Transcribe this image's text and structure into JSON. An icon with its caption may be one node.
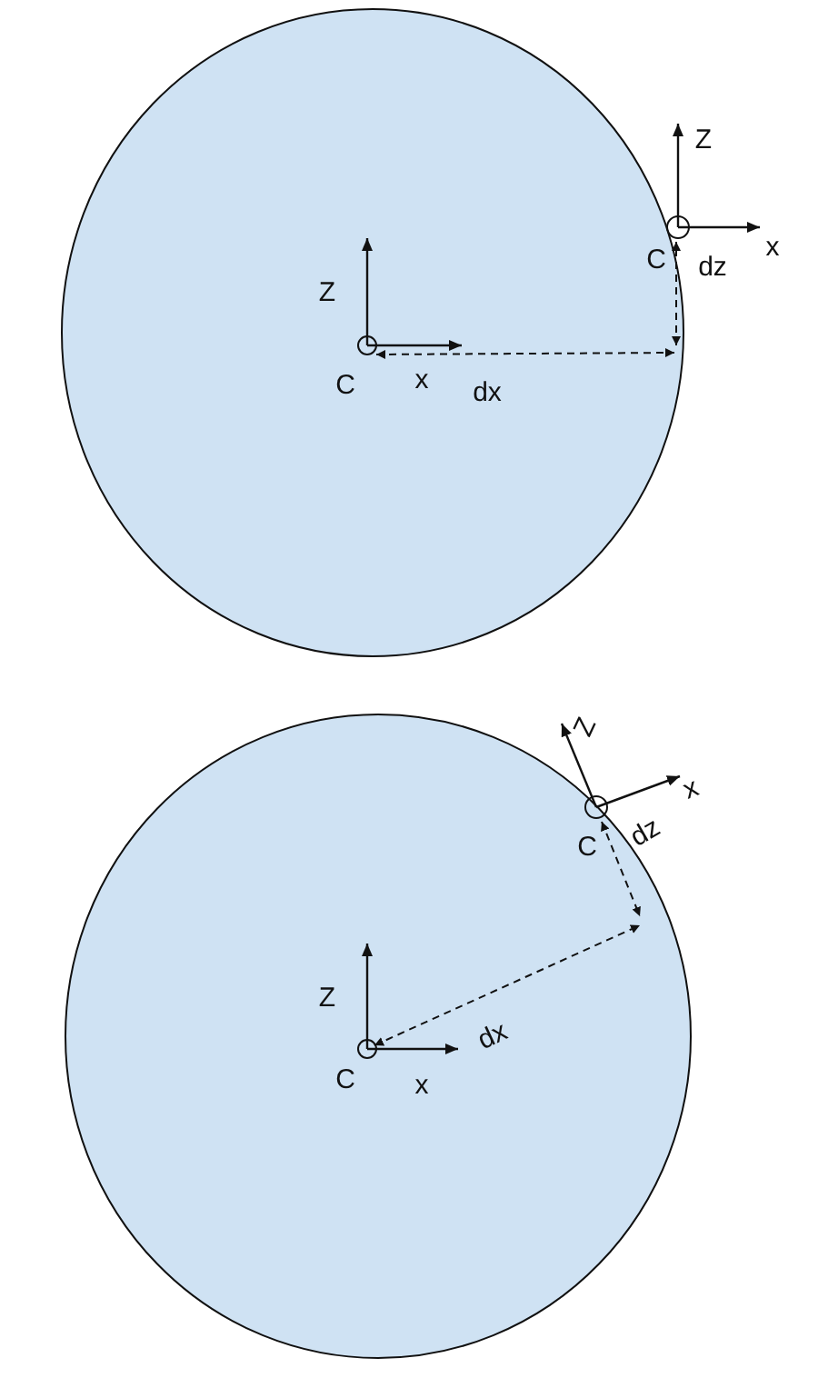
{
  "diagram": {
    "labels": [
      "Z",
      "x",
      "C",
      "dz",
      "Z",
      "C",
      "x",
      "dx",
      "Z",
      "x",
      "C",
      "dz",
      "Z",
      "dx",
      "C",
      "x"
    ]
  }
}
